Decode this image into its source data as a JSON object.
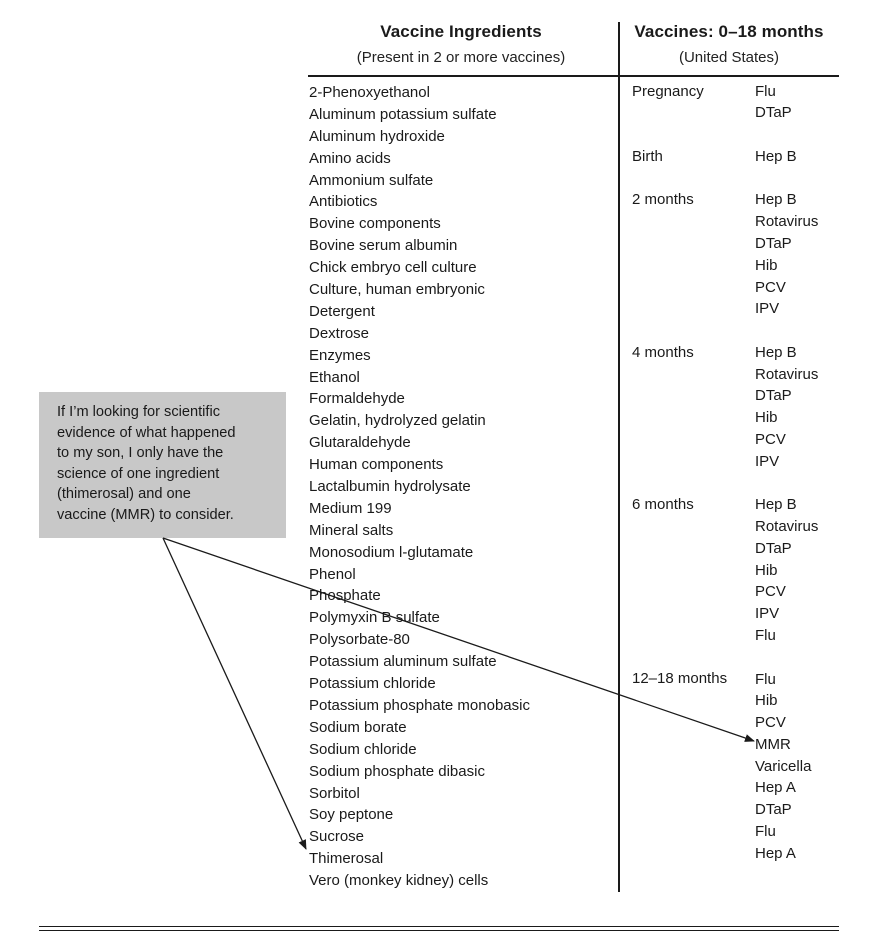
{
  "left_header": {
    "title": "Vaccine Ingredients",
    "subtitle": "(Present in 2 or more vaccines)"
  },
  "right_header": {
    "title": "Vaccines: 0–18 months",
    "subtitle": "(United States)"
  },
  "ingredients": [
    "2-Phenoxyethanol",
    "Aluminum potassium sulfate",
    "Aluminum hydroxide",
    "Amino acids",
    "Ammonium sulfate",
    "Antibiotics",
    "Bovine components",
    "Bovine serum albumin",
    "Chick embryo cell culture",
    "Culture, human embryonic",
    "Detergent",
    "Dextrose",
    "Enzymes",
    "Ethanol",
    "Formaldehyde",
    "Gelatin, hydrolyzed gelatin",
    "Glutaraldehyde",
    "Human components",
    "Lactalbumin hydrolysate",
    "Medium 199",
    "Mineral salts",
    "Monosodium l-glutamate",
    "Phenol",
    "Phosphate",
    "Polymyxin B sulfate",
    "Polysorbate-80",
    "Potassium aluminum sulfate",
    "Potassium chloride",
    "Potassium phosphate monobasic",
    "Sodium borate",
    "Sodium chloride",
    "Sodium phosphate dibasic",
    "Sorbitol",
    "Soy peptone",
    "Sucrose",
    "Thimerosal",
    "Vero (monkey kidney) cells"
  ],
  "schedule": [
    {
      "age": "Pregnancy",
      "vaccines": [
        "Flu",
        "DTaP"
      ]
    },
    {
      "age": "Birth",
      "vaccines": [
        "Hep B"
      ]
    },
    {
      "age": "2 months",
      "vaccines": [
        "Hep B",
        "Rotavirus",
        "DTaP",
        "Hib",
        "PCV",
        "IPV"
      ]
    },
    {
      "age": "4 months",
      "vaccines": [
        "Hep B",
        "Rotavirus",
        "DTaP",
        "Hib",
        "PCV",
        "IPV"
      ]
    },
    {
      "age": "6 months",
      "vaccines": [
        "Hep B",
        "Rotavirus",
        "DTaP",
        "Hib",
        "PCV",
        "IPV",
        "Flu"
      ]
    },
    {
      "age": "12–18 months",
      "vaccines": [
        "Flu",
        "Hib",
        "PCV",
        "MMR",
        "Varicella",
        "Hep A",
        "DTaP",
        "Flu",
        "Hep A"
      ]
    }
  ],
  "callout": {
    "lines": [
      "If I’m looking for scientific",
      "evidence of what happened",
      "to my son, I only have the",
      "science of one ingredient",
      "(thimerosal) and one",
      "vaccine (MMR) to consider."
    ]
  },
  "colors": {
    "callout_bg": "#c8c8c8",
    "text": "#1a1a1a",
    "rule": "#1a1a1a"
  }
}
